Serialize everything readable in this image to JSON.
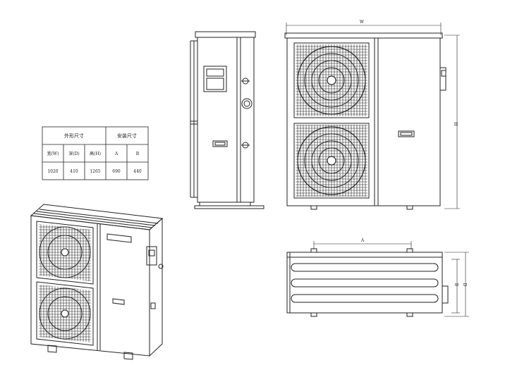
{
  "spec_table": {
    "header_outline": "外形尺寸",
    "header_install": "安装尺寸",
    "col_width": "宽(W)",
    "col_depth": "深(D)",
    "col_height": "高(H)",
    "col_a": "A",
    "col_b": "B",
    "val_width": "1020",
    "val_depth": "410",
    "val_height": "1265",
    "val_a": "690",
    "val_b": "440"
  },
  "front_view": {
    "dim_w": "W",
    "dim_h": "H"
  },
  "top_view": {
    "dim_a": "A",
    "dim_b": "B",
    "dim_d": "D"
  }
}
